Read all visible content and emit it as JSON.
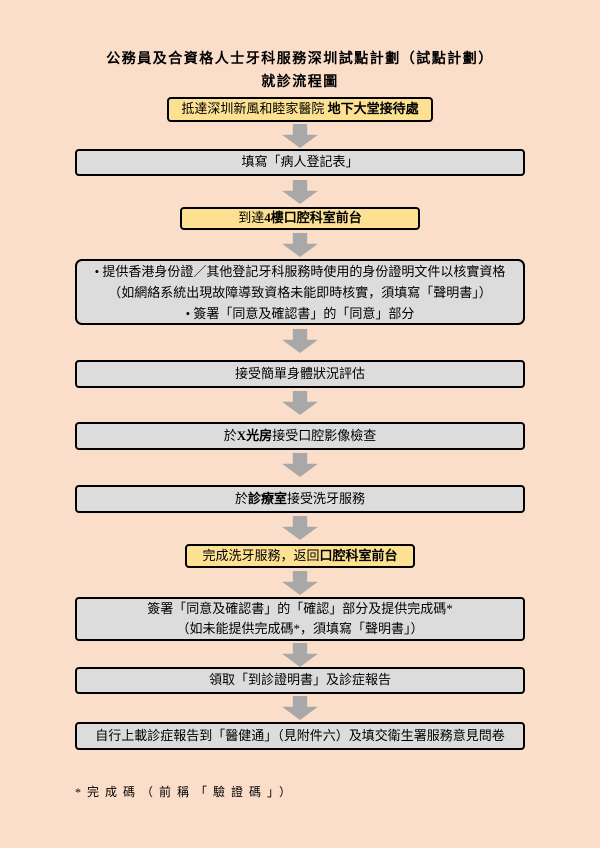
{
  "page": {
    "title_line1": "公務員及合資格人士牙科服務深圳試點計劃（試點計劃）",
    "title_line2": "就診流程圖",
    "footnote": "*完成碼（前稱「驗證碼」）"
  },
  "colors": {
    "background": "#fbdec9",
    "box_gray": "#dcdcdc",
    "box_yellow": "#fbe191",
    "arrow": "#a8a8a8",
    "border": "#000000"
  },
  "steps": {
    "arrive_hospital": {
      "pre": "抵達深圳新風和睦家醫院 ",
      "bold": "地下大堂接待處"
    },
    "fill_registration": {
      "text": "填寫「病人登記表」"
    },
    "arrive_dental_desk": {
      "pre": "到達",
      "bold": "4樓口腔科室前台"
    },
    "verify_eligibility": {
      "line1": "• 提供香港身份證／其他登記牙科服務時使用的身份證明文件以核實資格",
      "line2": "（如網絡系統出現故障導致資格未能即時核實，須填寫「聲明書」）",
      "line3": "• 簽署「同意及確認書」的「同意」部分"
    },
    "health_assessment": {
      "text": "接受簡單身體狀況評估"
    },
    "xray_imaging": {
      "pre": "於",
      "bold": "X光房",
      "post": "接受口腔影像檢查"
    },
    "scaling_service": {
      "pre": "於",
      "bold": "診療室",
      "post": "接受洗牙服務"
    },
    "return_front_desk": {
      "pre": "完成洗牙服務，返回",
      "bold": "口腔科室前台"
    },
    "sign_confirmation": {
      "line1": "簽署「同意及確認書」的「確認」部分及提供完成碼*",
      "line2": "（如未能提供完成碼*，須填寫「聲明書」）"
    },
    "collect_certificate": {
      "text": "領取「到診證明書」及診症報告"
    },
    "upload_report": {
      "text": "自行上載診症報告到「醫健通」（見附件六）及填交衛生署服務意見問卷"
    }
  }
}
